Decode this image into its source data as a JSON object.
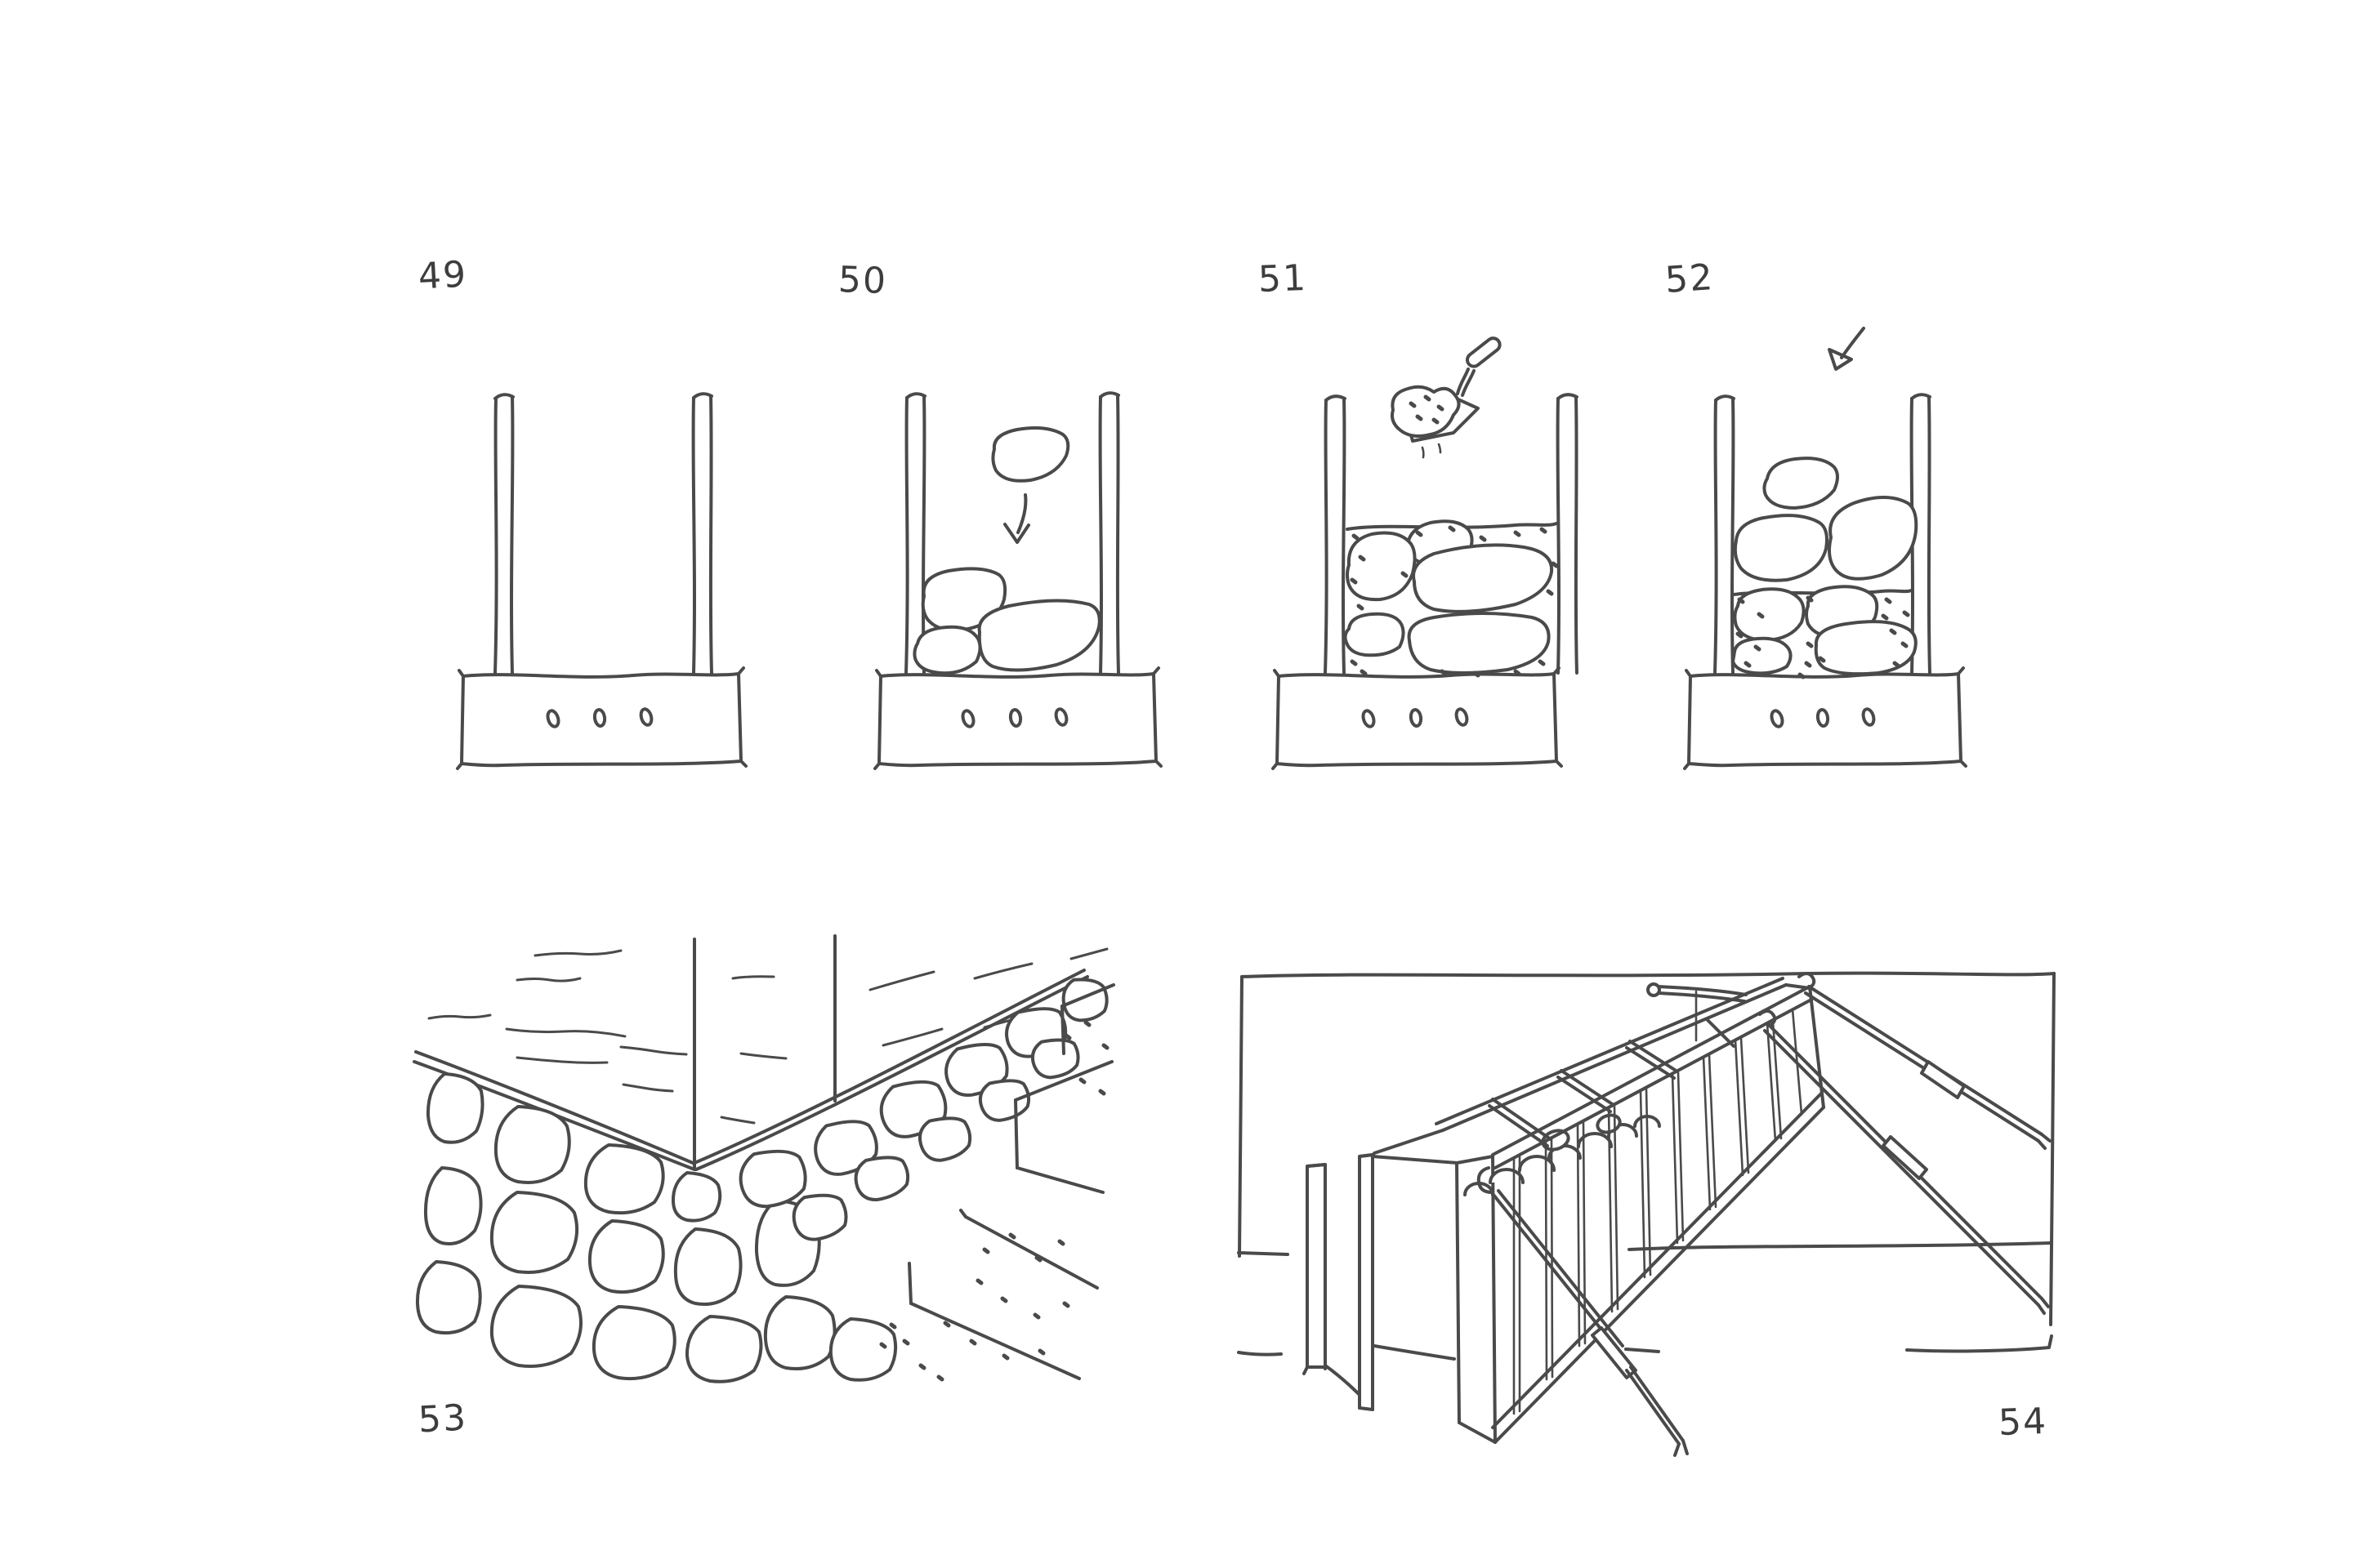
{
  "page": {
    "background": "#ffffff",
    "ink_color": "#4a4a4a",
    "content": "hand-drawn construction sketch sheet, six numbered figures"
  },
  "figures": [
    {
      "number": "49",
      "name": "empty-slipform-formwork-on-footing"
    },
    {
      "number": "50",
      "name": "dropping-stones-into-form"
    },
    {
      "number": "51",
      "name": "trowel-adding-mortar-over-stones"
    },
    {
      "number": "52",
      "name": "adding-second-stone-course"
    },
    {
      "number": "53",
      "name": "finished-stone-wall-corner-with-steps"
    },
    {
      "number": "54",
      "name": "braced-wall-formwork-perspective"
    }
  ]
}
